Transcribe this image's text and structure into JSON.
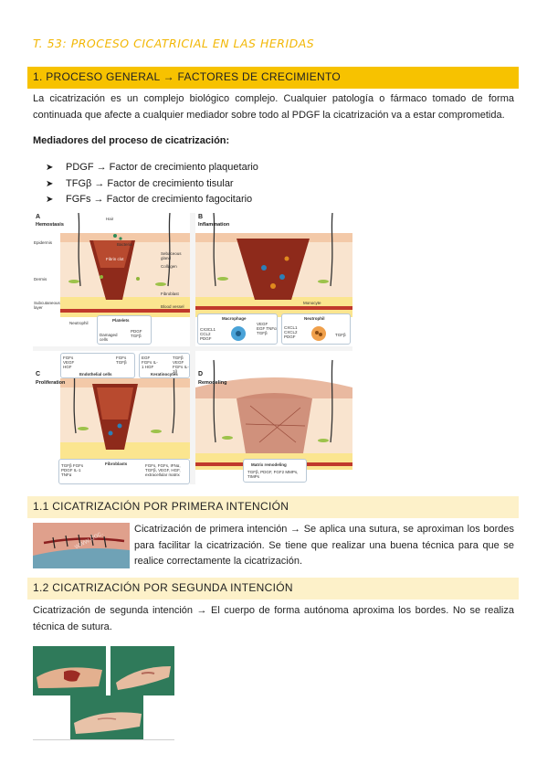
{
  "title": "T. 53: PROCESO CICATRICIAL EN LAS HERIDAS",
  "section1": {
    "heading": "1. PROCESO GENERAL → FACTORES DE CRECIMIENTO",
    "intro": "La cicatrización es un complejo biológico complejo. Cualquier patología o fármaco tomado de forma continuada que afecte a cualquier mediador sobre todo al PDGF la cicatrización va a estar comprometida.",
    "mediators_title": "Mediadores del proceso de cicatrización:",
    "mediators": [
      "PDGF → Factor de crecimiento plaquetario",
      "TFGβ → Factor de crecimiento tisular",
      "FGFs → Factor de crecimiento fagocitario"
    ],
    "bullet_marker": "➤"
  },
  "figure": {
    "panels": [
      {
        "letter": "A",
        "title": "Hemostasis"
      },
      {
        "letter": "B",
        "title": "Inflammation"
      },
      {
        "letter": "C",
        "title": "Proliferation"
      },
      {
        "letter": "D",
        "title": "Remodeling"
      }
    ],
    "labels": {
      "hair": "Hair",
      "bacteria": "Bacteria",
      "epidermis": "Epidermis",
      "dermis": "Dermis",
      "subcutaneous": "Subcutaneous layer",
      "sebaceous": "Sebaceous gland",
      "collagen": "Collagen",
      "fibroblast": "Fibroblast",
      "blood_vessel": "Blood vessel",
      "neutrophil": "Neutrophil",
      "fibrin_clot": "Fibrin clot",
      "platelets": "Platelets",
      "damaged_cells": "Damaged cells",
      "pdgf_tgfb": "PDGF TGFβ",
      "monocyte": "Monocyte",
      "macrophage": "Macrophage",
      "neutrophil_box": "Neutrophil",
      "mac_factors": "VEGF EGF TNFα TGFβ",
      "mac_left": "CX3CL1 CCL2 PDGF",
      "neu_factors": "CXCL1 CXCL2 PDGF",
      "neu_right": "TGFβ",
      "endothelial": "Endothelial cells",
      "endo_left": "FGFs VEGF HGF",
      "endo_right": "FGFs TGFβ",
      "keratinocytes": "Keratinocytes",
      "kera_left": "EGF FGFs IL-1 HGF",
      "kera_right": "TGFβ VEGF FGFs IL-1β",
      "fibroblasts": "Fibroblasts",
      "fibro_left": "TGFβ FGFs PDGF IL-1 TNFα",
      "fibro_right": "FGFs, FGFs, IFNα, TGFβ, VEGF, HGF, extracellular matrix",
      "matrix": "Matrix remodeling",
      "matrix_factors": "TGFβ, PDGF, FGF2 MMPs, TIMPs"
    }
  },
  "section11": {
    "heading": "1.1 CICATRIZACIÓN POR PRIMERA INTENCIÓN",
    "text": "Cicatrización de primera intención → Se aplica una sutura, se aproximan los bordes para facilitar la cicatrización. Se tiene que realizar una buena técnica para que se realice correctamente la cicatrización."
  },
  "section12": {
    "heading": "1.2 CICATRIZACIÓN POR SEGUNDA INTENCIÓN",
    "text": "Cicatrización de segunda intención → El cuerpo de forma autónoma aproxima los bordes. No se realiza técnica de sutura."
  },
  "colors": {
    "title": "#f2b705",
    "band_strong": "#f7c200",
    "band_light": "#fdf1c9"
  }
}
